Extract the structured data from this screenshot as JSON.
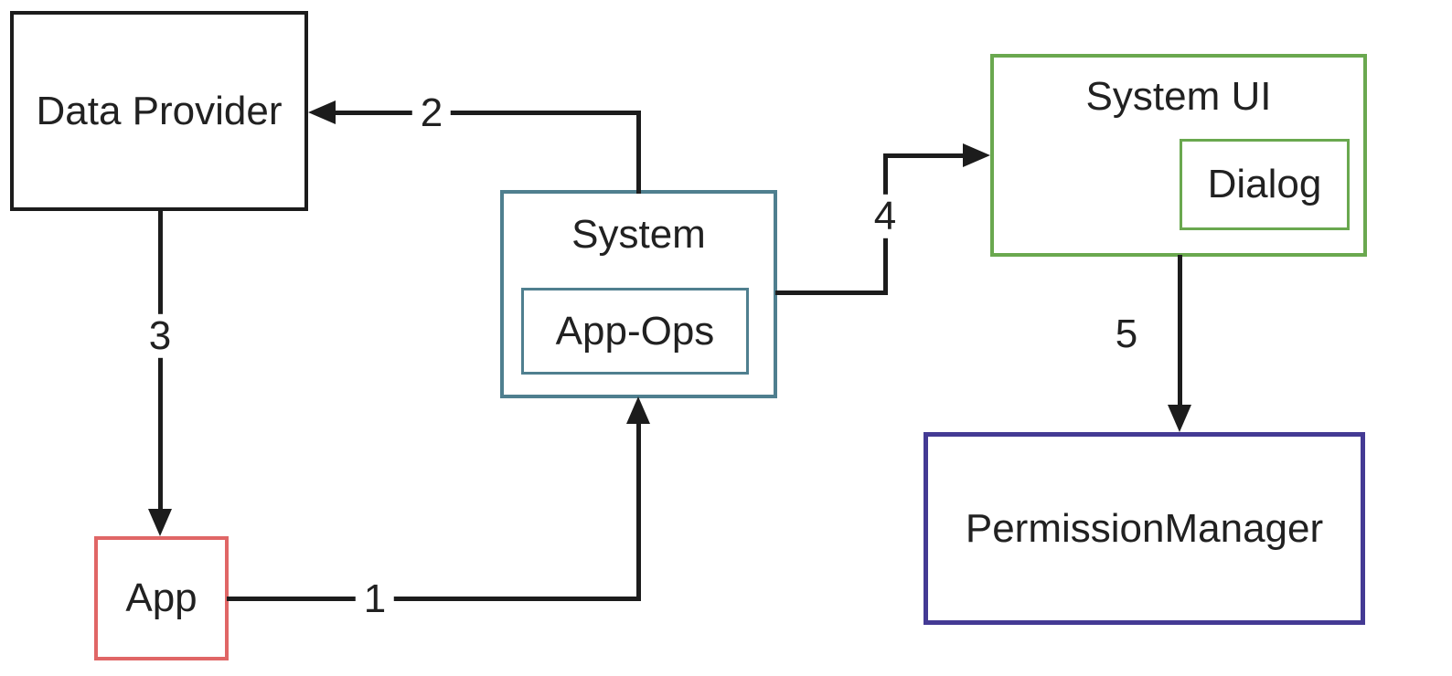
{
  "canvas": {
    "background": "#ffffff",
    "line_color": "#1c1c1c",
    "text_color": "#212121"
  },
  "nodes": {
    "data_provider": {
      "label": "Data Provider",
      "border_color": "#1c1c1c"
    },
    "system": {
      "label": "System",
      "border_color": "#4f7f8f"
    },
    "app_ops": {
      "label": "App-Ops",
      "border_color": "#4f7f8f"
    },
    "system_ui": {
      "label": "System UI",
      "border_color": "#6aa84f"
    },
    "dialog": {
      "label": "Dialog",
      "border_color": "#6aa84f"
    },
    "permission_manager": {
      "label": "PermissionManager",
      "border_color": "#443a94"
    },
    "app": {
      "label": "App",
      "border_color": "#e06666"
    }
  },
  "arrows": [
    {
      "label": "1",
      "from": "App",
      "to": "System"
    },
    {
      "label": "2",
      "from": "System",
      "to": "Data Provider"
    },
    {
      "label": "3",
      "from": "Data Provider",
      "to": "App"
    },
    {
      "label": "4",
      "from": "System",
      "to": "System UI"
    },
    {
      "label": "5",
      "from": "System UI",
      "to": "PermissionManager"
    }
  ]
}
